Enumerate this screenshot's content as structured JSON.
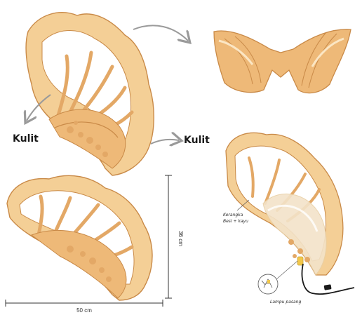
{
  "labels": {
    "kulit_left": "Kulit",
    "kulit_right": "Kulit",
    "frame_note_line1": "Kerangka",
    "frame_note_line2": "Besi + kayu",
    "lamp_note": "Lampu pasang",
    "width_dim": "50 cm",
    "height_dim": "36 cm"
  },
  "colors": {
    "skin_light": "#f8d9a8",
    "skin_mid": "#eeb978",
    "skin_dark": "#c98a48",
    "outline": "#b77b3c",
    "arrow": "#9a9a9a",
    "frame_glow": "#f3e3c9",
    "lamp": "#f2c84b",
    "cable": "#1a1a1a"
  }
}
